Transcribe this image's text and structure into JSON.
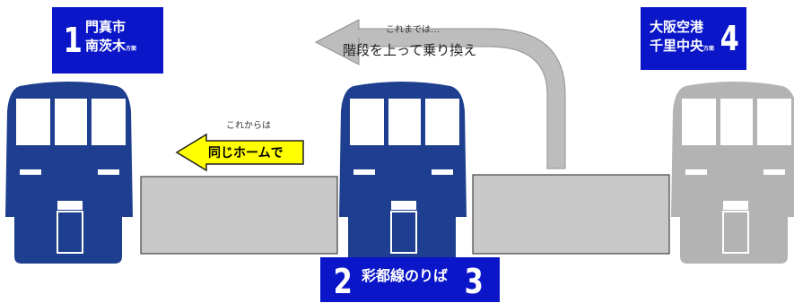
{
  "signs": {
    "left": {
      "number": "1",
      "line1": "門真市",
      "line2": "南茨木",
      "suffix": "方面"
    },
    "right": {
      "number": "4",
      "line1": "大阪空港",
      "line2": "千里中央",
      "suffix": "方面"
    },
    "center": {
      "number_left": "2",
      "number_right": "3",
      "label": "彩都線のりば"
    }
  },
  "captions": {
    "before": "これまでは…",
    "before_action": "階段を上って乗り換え",
    "after": "これからは",
    "after_action": "同じホームで"
  },
  "colors": {
    "sign_blue": "#0a16c8",
    "train_blue": "#1e3f8f",
    "train_gray": "#b3b3b3",
    "platform_gray": "#c8c8c8",
    "arrow_gray": "#bdbdbd",
    "arrow_yellow": "#ffff00"
  }
}
